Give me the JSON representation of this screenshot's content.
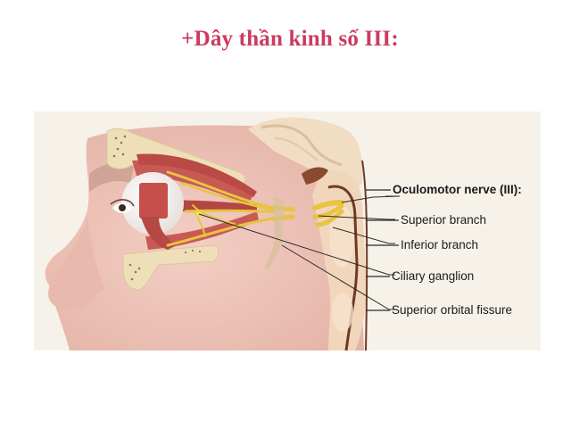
{
  "slide": {
    "title": "+Dây thần kinh số III:",
    "title_color": "#cc3a60"
  },
  "figure": {
    "subject": "Lateral view of head showing orbit, eyeball, extraocular muscles and oculomotor nerve",
    "background_color": "#f6f2ea",
    "labels": [
      {
        "id": "oculomotor-nerve",
        "text": "Oculomotor nerve (III):",
        "bold": true
      },
      {
        "id": "superior-branch",
        "text": "Superior branch",
        "bold": false
      },
      {
        "id": "inferior-branch",
        "text": "Inferior branch",
        "bold": false
      },
      {
        "id": "ciliary-ganglion",
        "text": "Ciliary ganglion",
        "bold": false
      },
      {
        "id": "superior-orbital-fissure",
        "text": "Superior orbital fissure",
        "bold": false
      }
    ],
    "colors": {
      "skin": "#edc3b8",
      "bone": "#eedfb8",
      "muscle": "#c85a55",
      "nerve": "#e8c440",
      "eyeball": "#fbf8f6",
      "leader_line": "#2a2a2a"
    }
  }
}
